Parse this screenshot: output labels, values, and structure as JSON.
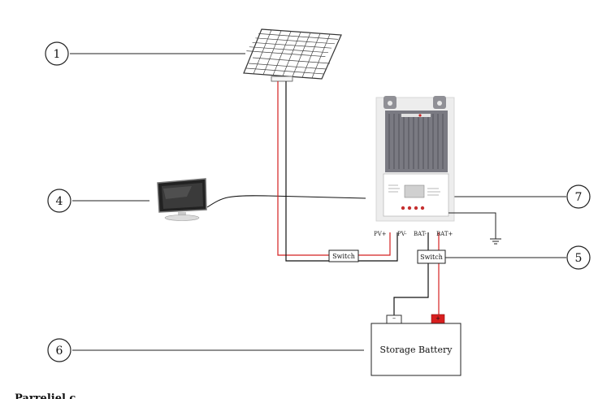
{
  "callouts": {
    "c1": "1",
    "c4": "4",
    "c5": "5",
    "c6": "6",
    "c7": "7"
  },
  "labels": {
    "pv_plus": "PV+",
    "pv_minus": "PV-",
    "bat_minus": "BAT-",
    "bat_plus": "BAT+",
    "switch_pv": "Switch",
    "switch_bat": "Switch",
    "battery": "Storage Battery",
    "battery_neg": "–",
    "battery_pos": "+",
    "footer_partial": "Parreliel c"
  },
  "colors": {
    "positive_wire": "#d42020",
    "negative_wire": "#111111",
    "heatsink": "#7a7a82",
    "terminal_red": "#d81e1e"
  }
}
